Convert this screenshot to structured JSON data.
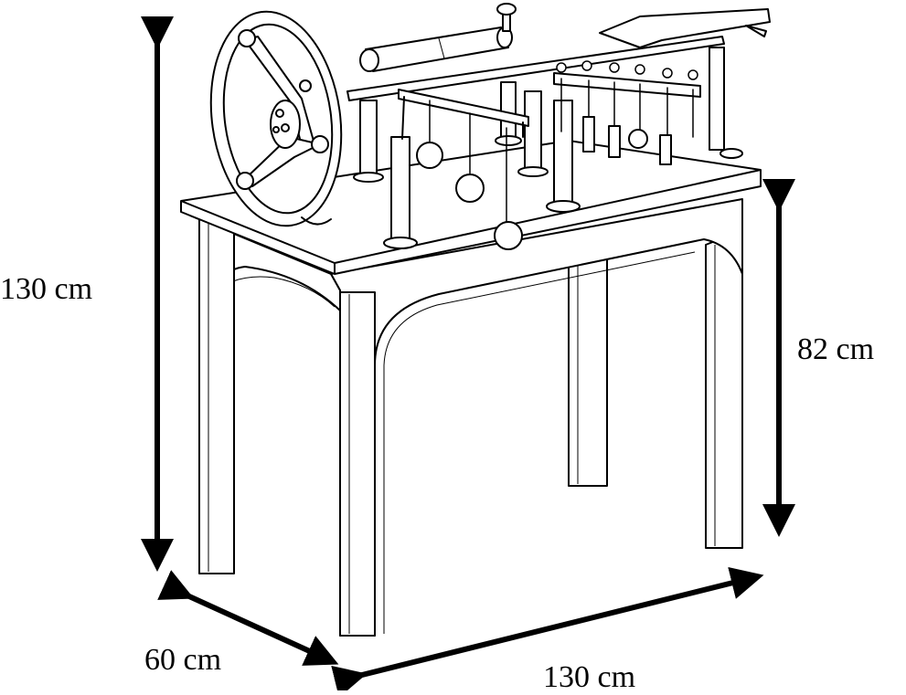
{
  "dimensions": {
    "total_height": "130 cm",
    "table_height": "82 cm",
    "depth": "60 cm",
    "width": "130 cm"
  }
}
